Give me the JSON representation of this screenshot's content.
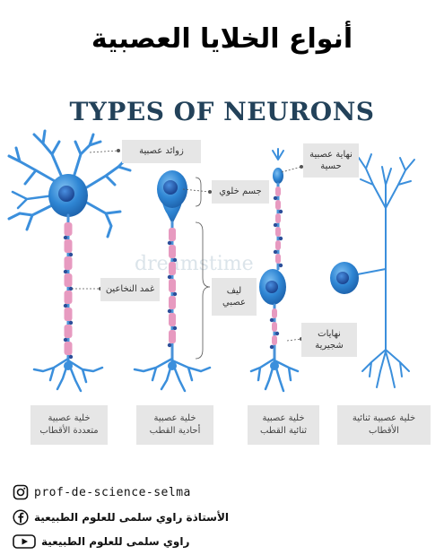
{
  "titles": {
    "arabic": "أنواع الخلايا العصبية",
    "english": "TYPES OF NEURONS"
  },
  "watermark": "dreamstime",
  "labels": {
    "dendrites": "زوائد عصبية",
    "cell_body": "جسم خلوي",
    "sensory_ending": "نهاية عصبية\nحسية",
    "myelin_sheath": "غمد النخاعين",
    "nerve_fiber": "ليف\nعصبي",
    "terminal_branches": "نهايات\nشجيرية"
  },
  "captions": {
    "multipolar": "خلية عصبية\nمتعددة الأقطاب",
    "unipolar": "خلية عصبية\nأحادية القطب",
    "bipolar": "خلية عصبية\nثنائية القطب",
    "pseudo_unipolar": "خلية عصبية ثنائية\nالأقطاب"
  },
  "social": {
    "instagram": "prof-de-science-selma",
    "facebook": "الأستاذة راوي سلمى للعلوم الطبيعية",
    "youtube": "راوي سلمى للعلوم الطبيعية"
  },
  "colors": {
    "neuron_blue": "#2f86d4",
    "neuron_dark": "#1c5fa8",
    "myelin_pink": "#e79ac0",
    "node_blue": "#2c4f9a",
    "title_navy": "#23425a",
    "label_bg": "#e6e6e6"
  }
}
